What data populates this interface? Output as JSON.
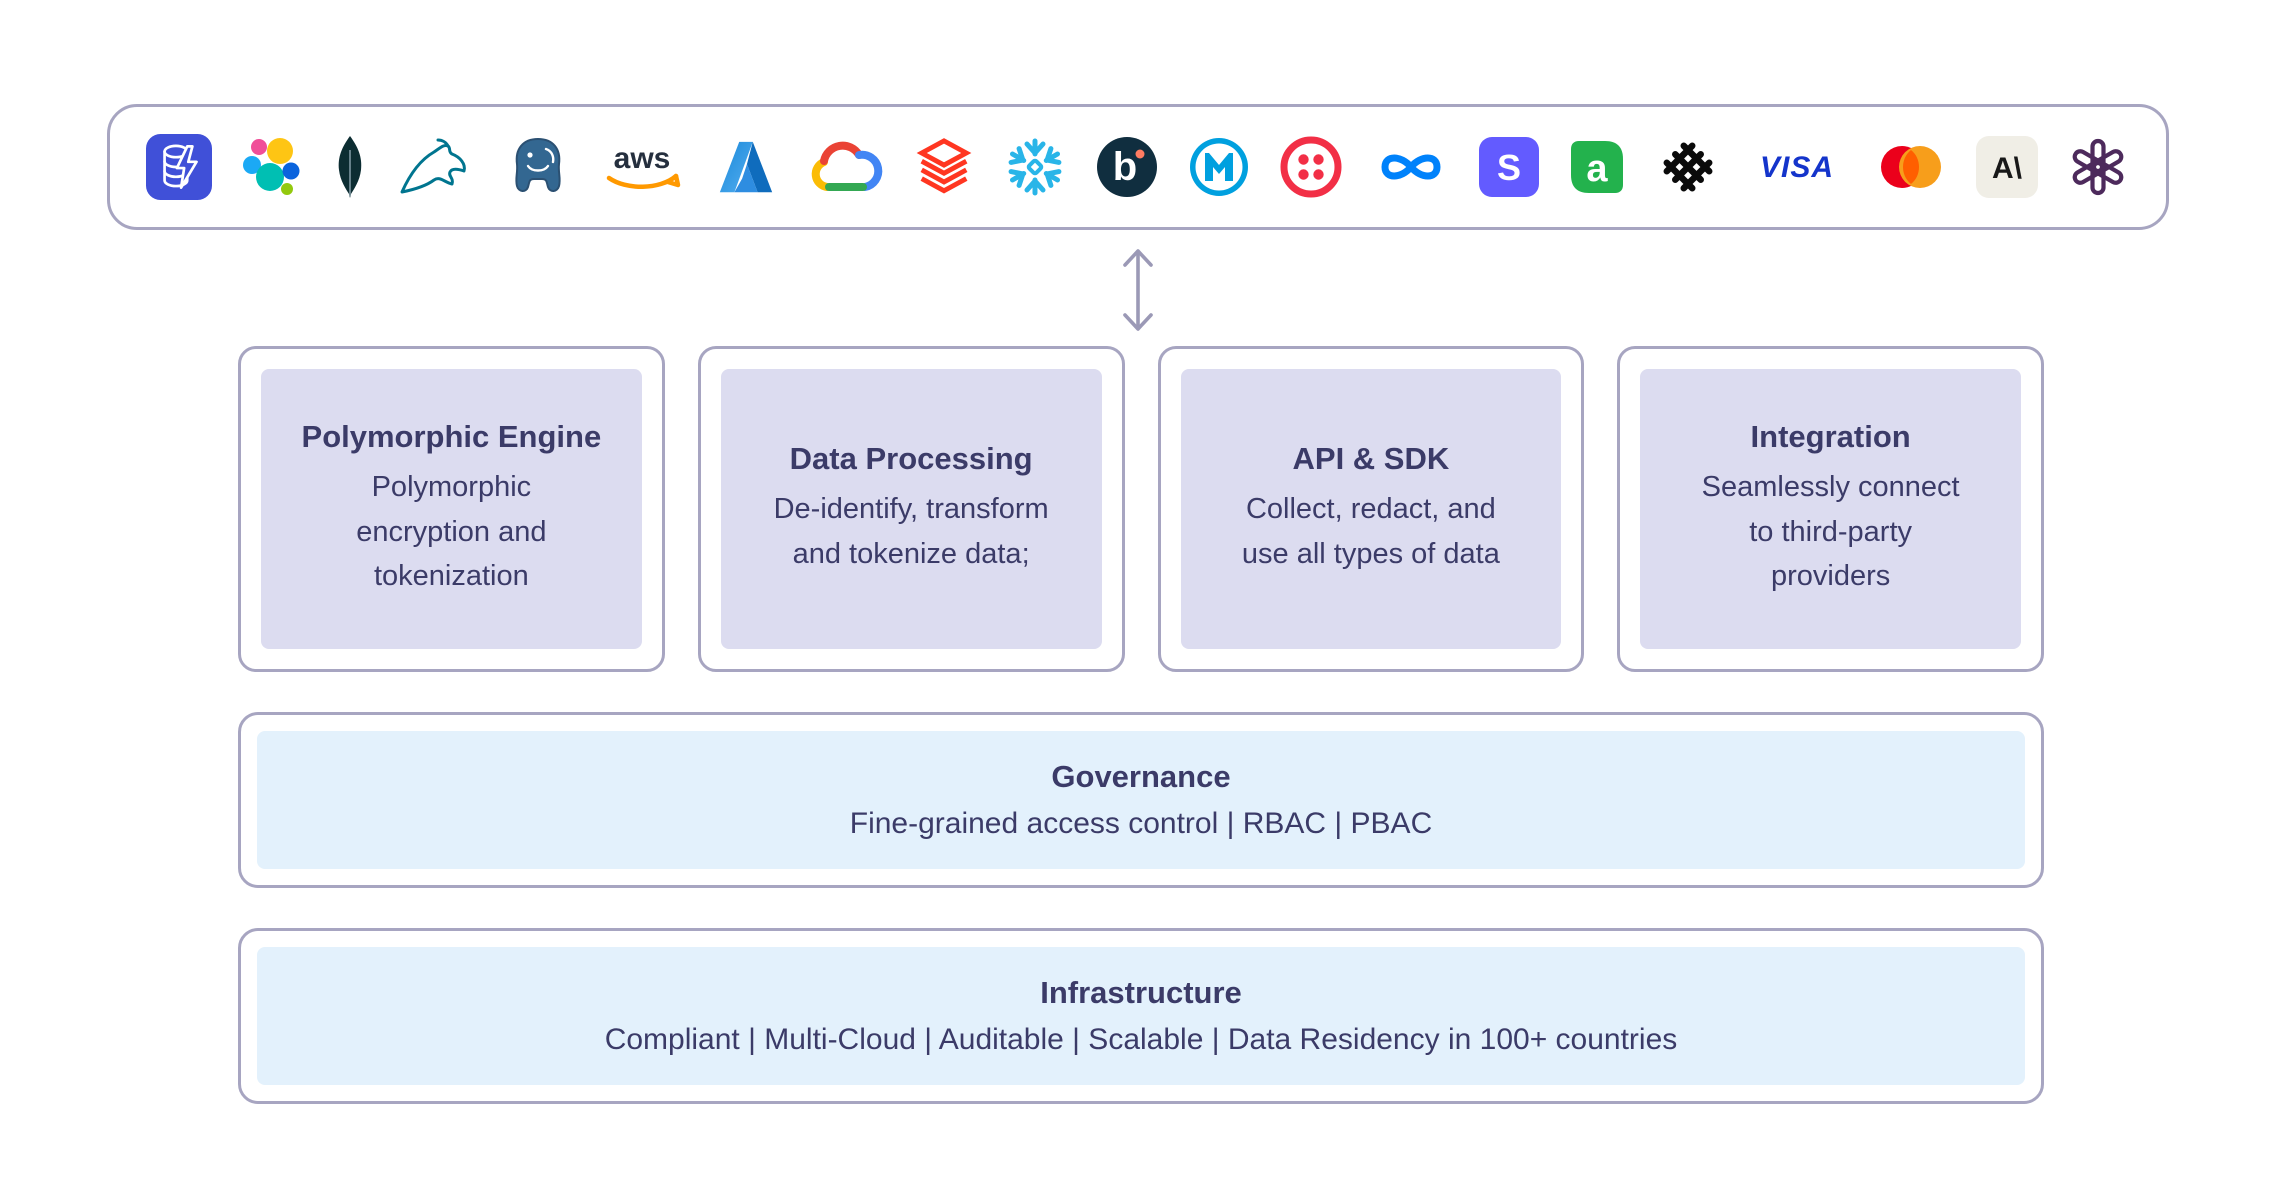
{
  "logo_bar": {
    "logos": [
      "database",
      "elasticsearch",
      "mongodb",
      "mysql",
      "postgresql",
      "aws",
      "azure",
      "google-cloud",
      "databricks",
      "snowflake",
      "braze",
      "mulesoft",
      "twilio",
      "meta",
      "stripe",
      "appfolio",
      "plaid",
      "visa",
      "mastercard",
      "anthropic",
      "openai"
    ]
  },
  "arrow": {
    "direction": "bidirectional-vertical"
  },
  "feature_boxes": [
    {
      "title": "Polymorphic Engine",
      "description": "Polymorphic encryption and tokenization"
    },
    {
      "title": "Data Processing",
      "description": "De-identify, transform and tokenize data;"
    },
    {
      "title": "API & SDK",
      "description": "Collect, redact, and use all types of data"
    },
    {
      "title": "Integration",
      "description": "Seamlessly connect to third-party providers"
    }
  ],
  "governance": {
    "title": "Governance",
    "description": "Fine-grained access control | RBAC | PBAC"
  },
  "infrastructure": {
    "title": "Infrastructure",
    "description": "Compliant | Multi-Cloud | Auditable | Scalable  | Data Residency in 100+ countries"
  },
  "colors": {
    "background": "#FFFFFF",
    "border": "#A7A5C1",
    "feature_fill": "#DCDCF0",
    "bar_fill": "#E3F1FC",
    "text": "#3B3B68",
    "arrow": "#9B99B6"
  }
}
